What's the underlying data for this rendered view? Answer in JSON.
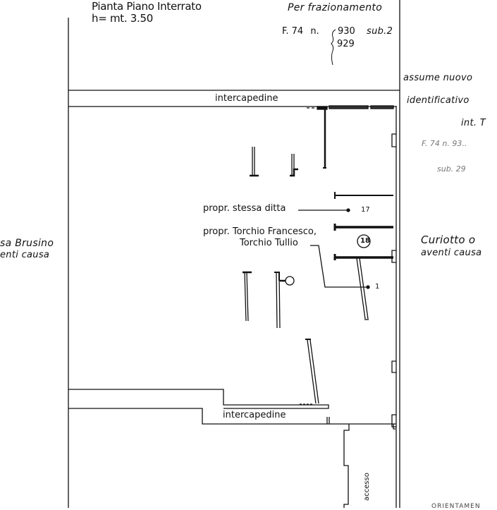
{
  "header": {
    "title": "Pianta Piano Interrato",
    "height": "h= mt. 3.50"
  },
  "cadastral": {
    "purpose": "Per frazionamento",
    "sheet": "F. 74",
    "number_prefix": "n.",
    "parcels": [
      "930",
      "929"
    ],
    "subunit": "sub.2"
  },
  "new_identifier": {
    "line1": "assume nuovo",
    "line2": "identificativo",
    "line3": "int. T",
    "line4": "F. 74 n. 93..",
    "line5": "sub. 29"
  },
  "rooms": {
    "intercapedine_top": "intercapedine",
    "intercapedine_bottom": "intercapedine",
    "accesso": "accesso"
  },
  "ownership": {
    "same_company": "propr. stessa ditta",
    "same_company_ref": "17",
    "torchio_line1": "propr. Torchio Francesco,",
    "torchio_line2": "Torchio Tullio",
    "torchio_ref": "1",
    "unit_marker": "18"
  },
  "neighbors": {
    "left_line1": "sa Brusino",
    "left_line2": "enti causa",
    "right_line1": "Curiotto o",
    "right_line2": "aventi causa"
  },
  "footer": {
    "orientation_label": "ORIENTAMEN"
  },
  "colors": {
    "ink": "#111111",
    "paper": "#ffffff"
  }
}
